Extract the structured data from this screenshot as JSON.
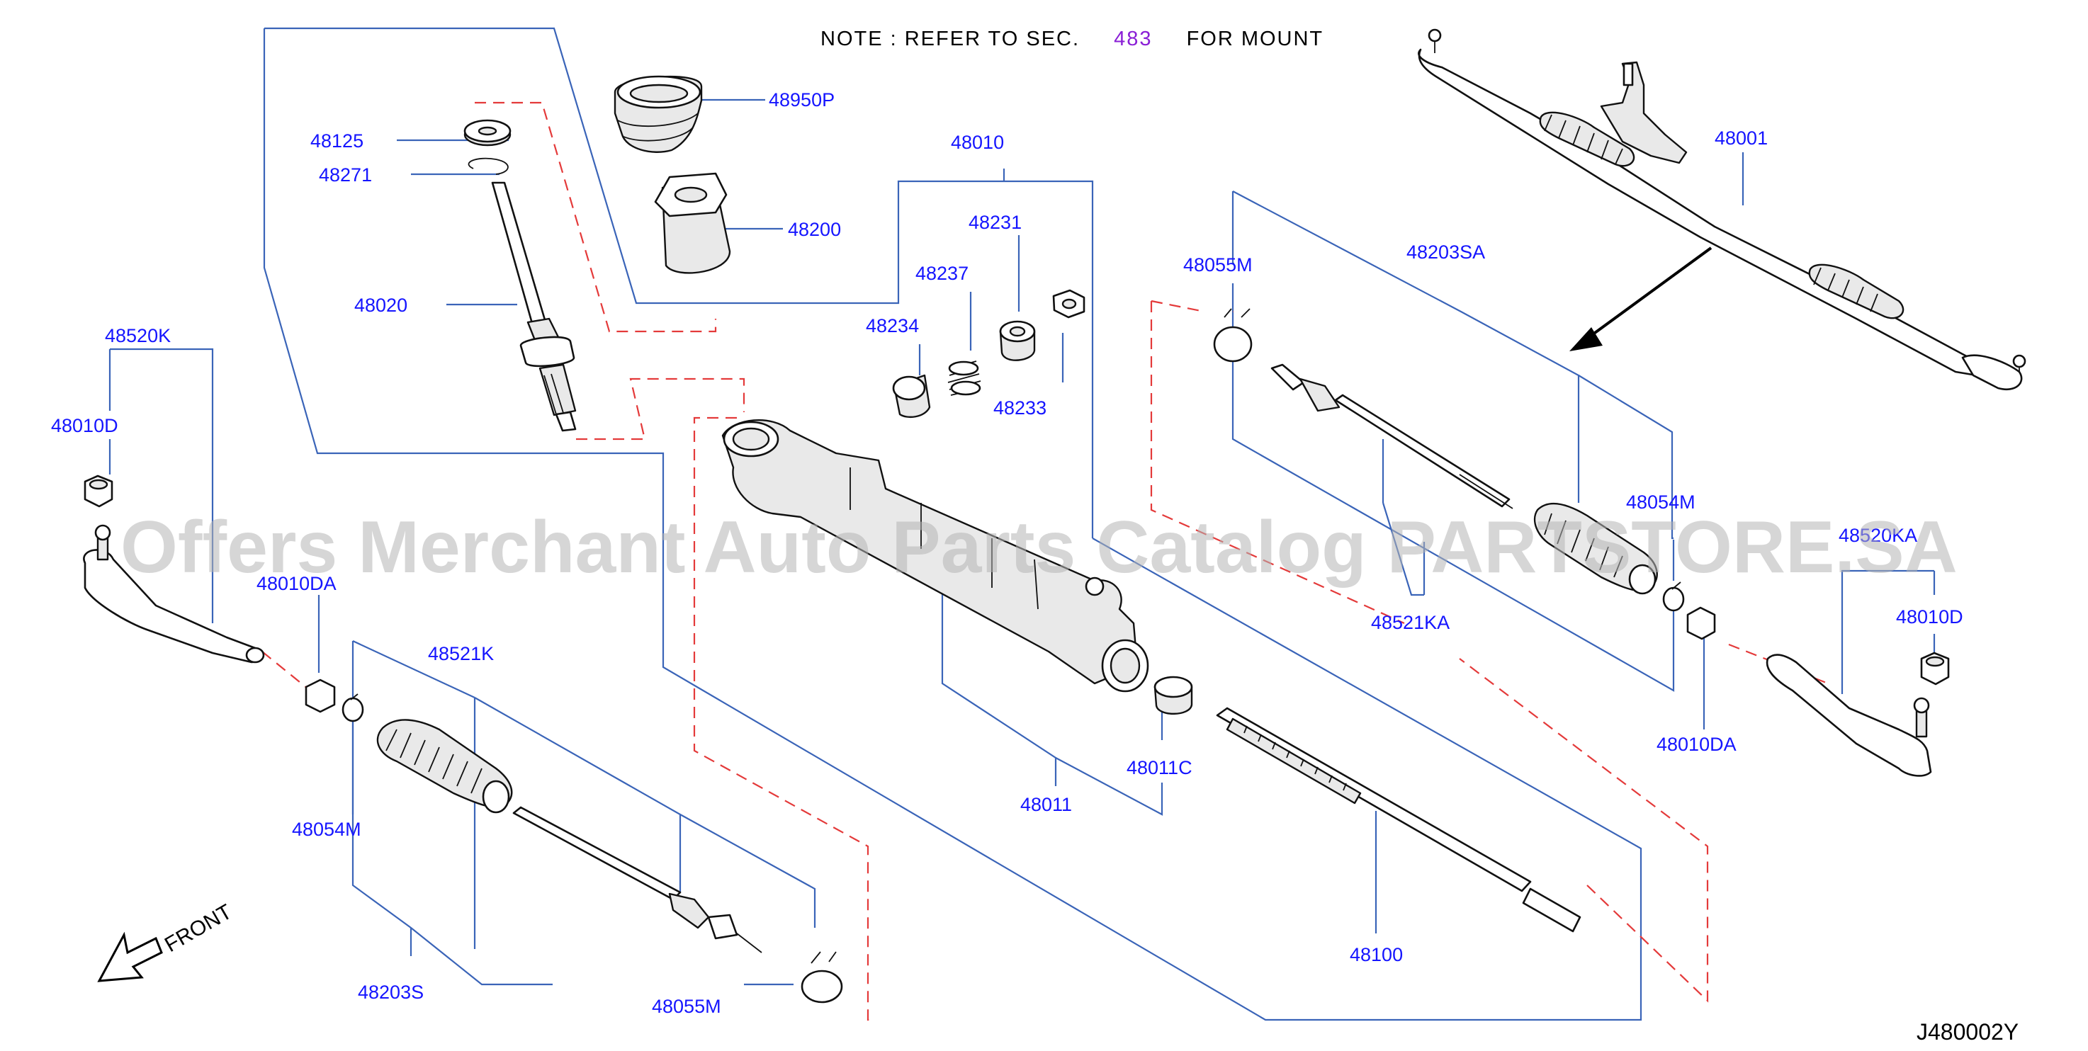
{
  "note": {
    "prefix": "NOTE  :  REFER  TO  SEC.",
    "ref": "483",
    "suffix": "FOR  MOUNT"
  },
  "diagram_code": "J480002Y",
  "front_label": "FRONT",
  "watermark": "Offers Merchant Auto Parts Catalog PARTSTORE.SA",
  "labels": {
    "p48950P": "48950P",
    "p48125": "48125",
    "p48271": "48271",
    "p48200": "48200",
    "p48020": "48020",
    "p48010": "48010",
    "p48231": "48231",
    "p48237": "48237",
    "p48234": "48234",
    "p48233": "48233",
    "p48001": "48001",
    "p48055M_top": "48055M",
    "p48203SA": "48203SA",
    "p48520K": "48520K",
    "p48010D_left": "48010D",
    "p48010DA_left": "48010DA",
    "p48521K": "48521K",
    "p48054M_left": "48054M",
    "p48203S": "48203S",
    "p48055M_bottom": "48055M",
    "p48011": "48011",
    "p48011C": "48011C",
    "p48100": "48100",
    "p48054M_right": "48054M",
    "p48521KA": "48521KA",
    "p48520KA": "48520KA",
    "p48010D_right": "48010D",
    "p48010DA_right": "48010DA"
  }
}
